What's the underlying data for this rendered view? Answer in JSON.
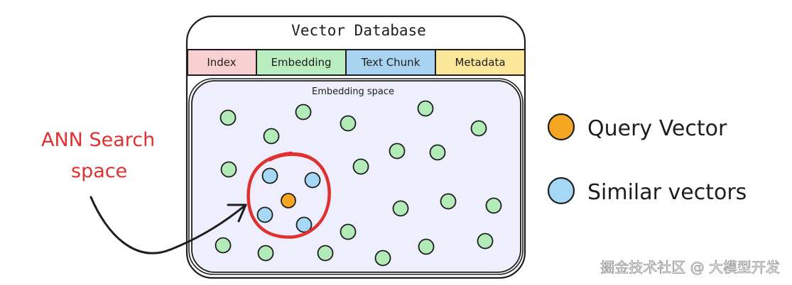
{
  "database": {
    "title": "Vector Database",
    "columns": [
      {
        "label": "Index",
        "color": "#f8d0d0"
      },
      {
        "label": "Embedding",
        "color": "#b9ecbf"
      },
      {
        "label": "Text Chunk",
        "color": "#a8d4f2"
      },
      {
        "label": "Metadata",
        "color": "#fbe69a"
      }
    ],
    "space_label": "Embedding space",
    "space_color": "#eeeefc"
  },
  "search_annotation": {
    "line1": "ANN Search",
    "line2": "space",
    "color": "#e03131"
  },
  "legend": {
    "query": {
      "label": "Query Vector",
      "color": "#f5a623"
    },
    "similar": {
      "label": "Similar vectors",
      "color": "#a6d8f5"
    }
  },
  "point_colors": {
    "other": "#b2ebb8",
    "similar": "#a6d8f5",
    "query": "#f5a623"
  },
  "watermark": "掘金技术社区 @ 大模型开发"
}
